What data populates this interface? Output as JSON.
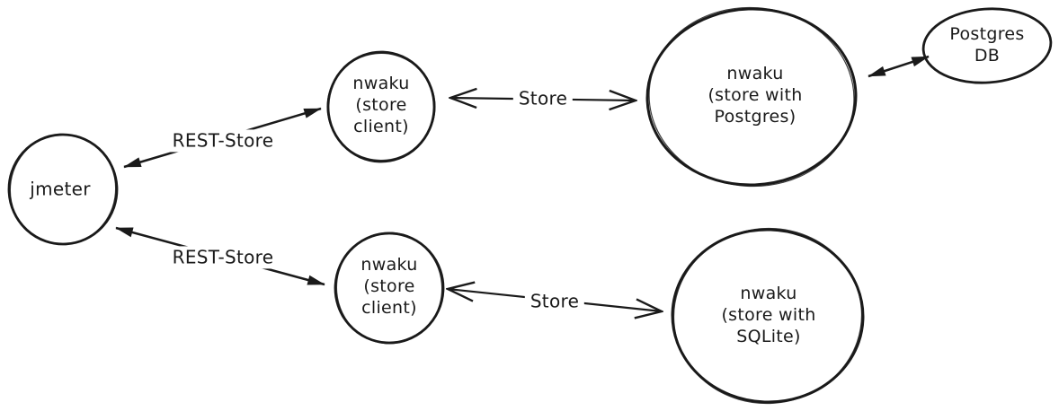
{
  "nodes": {
    "jmeter": {
      "label": "jmeter"
    },
    "store_client_top": {
      "label": "nwaku\n(store\nclient)"
    },
    "store_postgres": {
      "label": "nwaku\n(store with\nPostgres)"
    },
    "postgres_db": {
      "label": "Postgres\nDB"
    },
    "store_client_bottom": {
      "label": "nwaku\n(store\nclient)"
    },
    "store_sqlite": {
      "label": "nwaku\n(store with\nSQLite)"
    }
  },
  "edges": {
    "rest_store_top": {
      "label": "REST-Store"
    },
    "store_top": {
      "label": "Store"
    },
    "rest_store_bottom": {
      "label": "REST-Store"
    },
    "store_bottom": {
      "label": "Store"
    }
  },
  "colors": {
    "stroke": "#1a1a1a",
    "background": "#ffffff"
  }
}
